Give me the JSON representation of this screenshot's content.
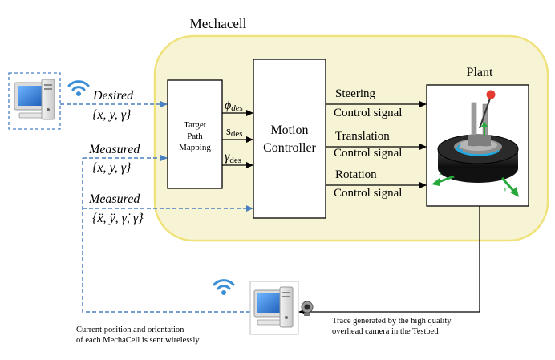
{
  "diagram": {
    "region_title": "Mechacell",
    "plant_title": "Plant",
    "mapping_block": {
      "line1": "Target",
      "line2": "Path",
      "line3": "Mapping"
    },
    "controller_block": {
      "line1": "Motion",
      "line2": "Controller"
    },
    "mapping_outputs": {
      "phi": "ϕ",
      "phi_sub": "des",
      "s": "s",
      "s_sub": "des",
      "gamma": "γ",
      "gamma_sub": "des"
    },
    "control_signals": [
      {
        "name": "Steering",
        "detail": "Control signal"
      },
      {
        "name": "Translation",
        "detail": "Control signal"
      },
      {
        "name": "Rotation",
        "detail": "Control signal"
      }
    ],
    "inputs": {
      "desired_label": "Desired",
      "desired_set": "{x, y, γ}",
      "measured_pos_label": "Measured",
      "measured_pos_set": "{x, y, γ}",
      "measured_deriv_label": "Measured",
      "measured_deriv_set": "{ẍ, ÿ, γ̇, γ̈}"
    },
    "captions": {
      "camera_line1": "Trace generated by the high quality",
      "camera_line2": "overhead camera in the Testbed",
      "wireless_line1": "Current position and orientation",
      "wireless_line2": "of each MechaCell is sent wirelessly"
    },
    "colors": {
      "region_fill": "#f7f4d6",
      "region_stroke": "#f0e27a",
      "dashed_link": "#5b8ec7",
      "wifi": "#3a8fd6",
      "arrow_green": "#27a83a",
      "pointer_red": "#e53a2f"
    }
  }
}
